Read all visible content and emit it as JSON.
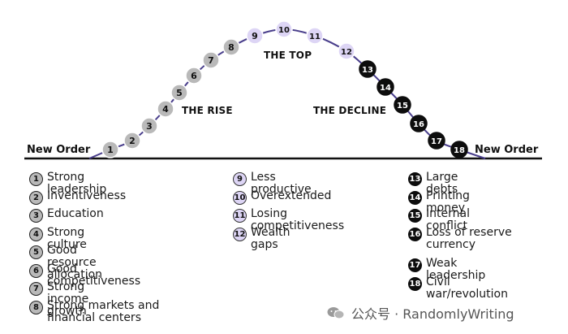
{
  "labels": {
    "rise": "THE RISE",
    "top": "THE TOP",
    "decline": "THE DECLINE",
    "new_order_left": "New Order",
    "new_order_right": "New Order"
  },
  "curve_points": [
    {
      "n": "1",
      "group": "gray"
    },
    {
      "n": "2",
      "group": "gray"
    },
    {
      "n": "3",
      "group": "gray"
    },
    {
      "n": "4",
      "group": "gray"
    },
    {
      "n": "5",
      "group": "gray"
    },
    {
      "n": "6",
      "group": "gray"
    },
    {
      "n": "7",
      "group": "gray"
    },
    {
      "n": "8",
      "group": "gray"
    },
    {
      "n": "9",
      "group": "purple"
    },
    {
      "n": "10",
      "group": "purple"
    },
    {
      "n": "11",
      "group": "purple"
    },
    {
      "n": "12",
      "group": "purple"
    },
    {
      "n": "13",
      "group": "black"
    },
    {
      "n": "14",
      "group": "black"
    },
    {
      "n": "15",
      "group": "black"
    },
    {
      "n": "16",
      "group": "black"
    },
    {
      "n": "17",
      "group": "black"
    },
    {
      "n": "18",
      "group": "black"
    }
  ],
  "legend": {
    "col1": [
      {
        "n": "1",
        "text": "Strong leadership"
      },
      {
        "n": "2",
        "text": "Inventiveness"
      },
      {
        "n": "3",
        "text": "Education"
      },
      {
        "n": "4",
        "text": "Strong culture"
      },
      {
        "n": "5",
        "text": "Good resource allocation"
      },
      {
        "n": "6",
        "text": "Good competitiveness"
      },
      {
        "n": "7",
        "text": "Strong income growth"
      },
      {
        "n": "8",
        "text": "Strong markets and financial centers"
      }
    ],
    "col2": [
      {
        "n": "9",
        "text": "Less productive"
      },
      {
        "n": "10",
        "text": "Overextended"
      },
      {
        "n": "11",
        "text": "Losing competitiveness"
      },
      {
        "n": "12",
        "text": "Wealth gaps"
      }
    ],
    "col3": [
      {
        "n": "13",
        "text": "Large debts"
      },
      {
        "n": "14",
        "text": "Printing money"
      },
      {
        "n": "15",
        "text": "Internal conflict"
      },
      {
        "n": "16",
        "text": "Loss of reserve currency"
      },
      {
        "n": "17",
        "text": "Weak leadership"
      },
      {
        "n": "18",
        "text": "Civil war/revolution"
      }
    ]
  },
  "watermark": "公众号 · RandomlyWriting",
  "colors": {
    "gray": "#b9b9b9",
    "purple": "#ddd5f5",
    "black": "#0d0d0d",
    "line": "#4a3f8c"
  }
}
